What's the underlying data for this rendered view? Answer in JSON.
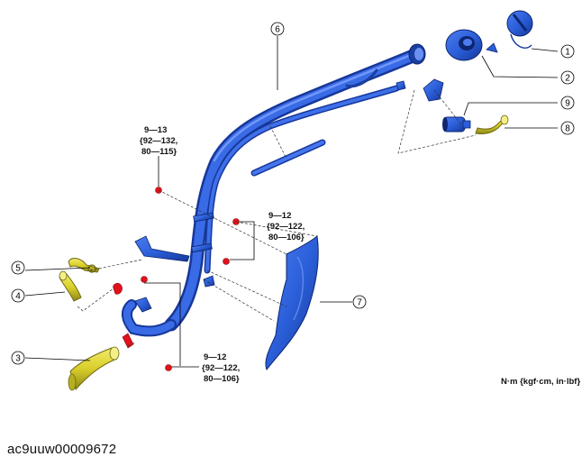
{
  "callouts": [
    {
      "number": "1"
    },
    {
      "number": "2"
    },
    {
      "number": "3"
    },
    {
      "number": "4"
    },
    {
      "number": "5"
    },
    {
      "number": "6"
    },
    {
      "number": "7"
    },
    {
      "number": "8"
    },
    {
      "number": "9"
    }
  ],
  "torque_specs": [
    {
      "line1": "9—13",
      "line2": "{92—132,",
      "line3": "80—115}"
    },
    {
      "line1": "9—12",
      "line2": "{92—122,",
      "line3": "80—106}"
    },
    {
      "line1": "9—12",
      "line2": "{92—122,",
      "line3": "80—106}"
    }
  ],
  "unit_note": "N·m {kgf·cm, in·lbf}",
  "image_code": "ac9uuw00009672",
  "colors": {
    "pipe_blue": "#2b5fd9",
    "pipe_dark": "#1a3fa0",
    "hose_yellow": "#d9cf2a",
    "bolt_red": "#e0121b"
  }
}
